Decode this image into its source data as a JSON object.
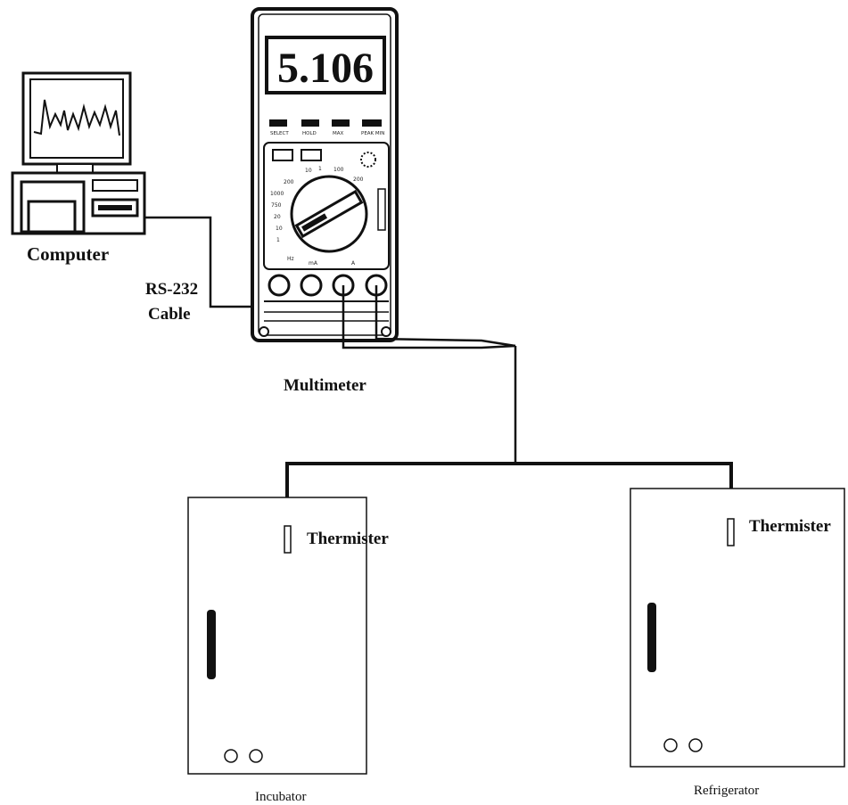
{
  "labels": {
    "computer": "Computer",
    "cable_line1": "RS-232",
    "cable_line2": "Cable",
    "multimeter": "Multimeter",
    "thermister_left": "Thermister",
    "thermister_right": "Thermister",
    "incubator": "Incubator",
    "refrigerator": "Refrigerator"
  },
  "multimeter": {
    "display_value": "5.106",
    "buttons": [
      "SELECT",
      "HOLD",
      "MAX",
      "PEAK MIN"
    ],
    "dial_marks": [
      "200",
      "10",
      "1",
      "100",
      "200",
      "1000",
      "750",
      "20",
      "10",
      "1",
      "Hz",
      "mA",
      "A"
    ]
  },
  "colors": {
    "line": "#111111",
    "background": "#ffffff"
  }
}
